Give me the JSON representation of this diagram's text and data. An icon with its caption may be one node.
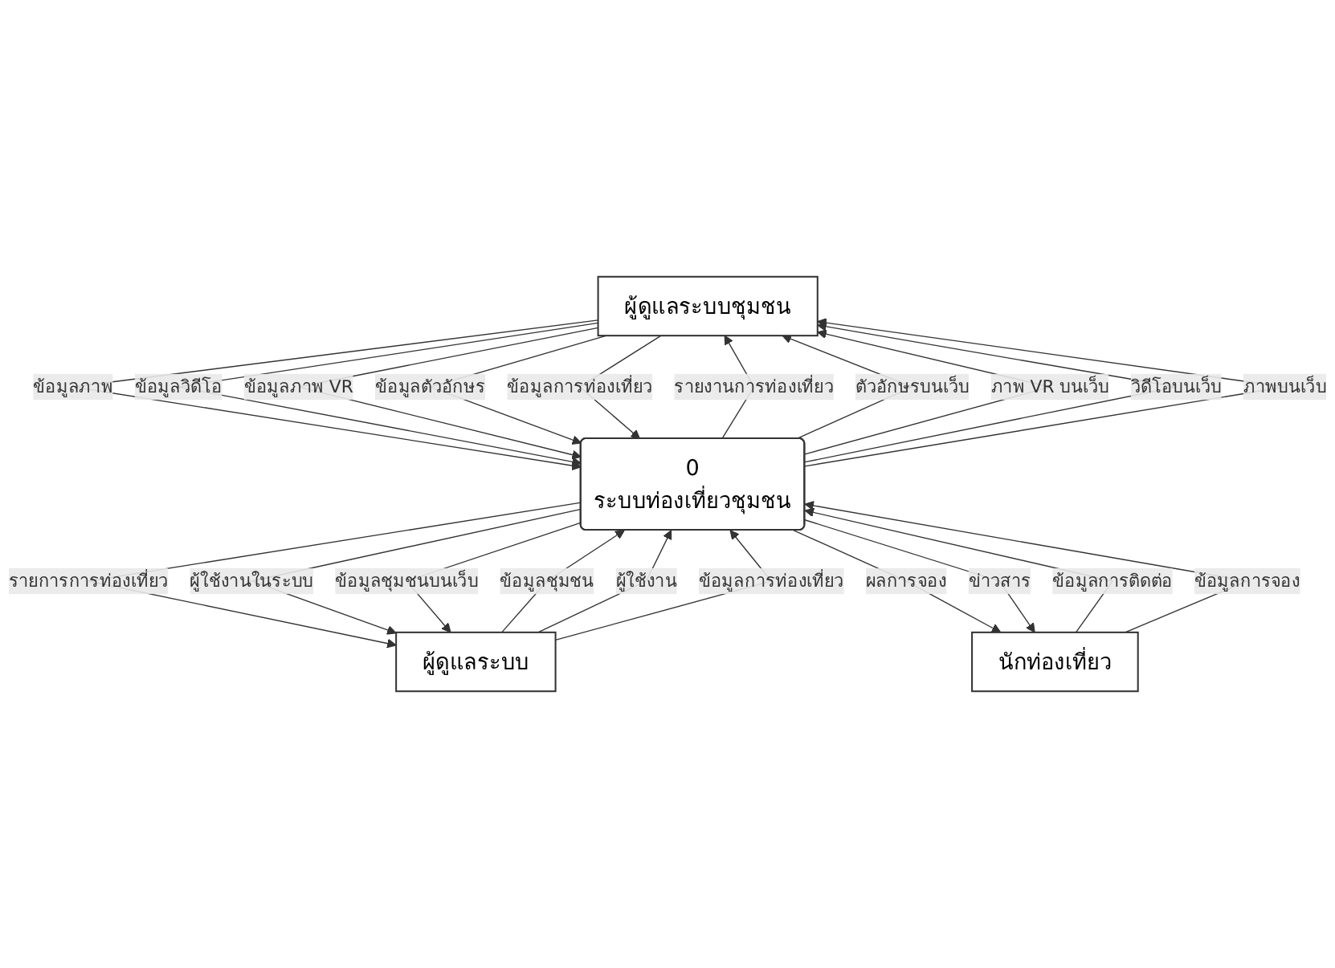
{
  "diagram": {
    "nodes": [
      {
        "text": [
          "ผู้ดูแลระบบชุมชน"
        ]
      },
      {
        "text": [
          "ผู้ดูแลระบบ"
        ]
      },
      {
        "text": [
          "0",
          "ระบบท่องเที่ยวชุมชน"
        ]
      },
      {
        "text": [
          "นักท่องเที่ยว"
        ]
      }
    ],
    "edges": [
      {
        "from": 0,
        "to": 2,
        "arrow": "to",
        "label": "ข้อมูลภาพ"
      },
      {
        "from": 0,
        "to": 2,
        "arrow": "to",
        "label": "ข้อมูลวิดีโอ"
      },
      {
        "from": 0,
        "to": 2,
        "arrow": "to",
        "label": "ข้อมูลภาพ VR"
      },
      {
        "from": 0,
        "to": 2,
        "arrow": "to",
        "label": "ข้อมูลตัวอักษร"
      },
      {
        "from": 0,
        "to": 2,
        "arrow": "to",
        "label": "ข้อมูลการท่องเที่ยว"
      },
      {
        "from": 1,
        "to": 2,
        "arrow": "to",
        "label": "ข้อมูลชุมชน"
      },
      {
        "from": 1,
        "to": 2,
        "arrow": "to",
        "label": "ผู้ใช้งาน"
      },
      {
        "from": 1,
        "to": 2,
        "arrow": "to",
        "label": "ข้อมูลการท่องเที่ยว"
      },
      {
        "from": 2,
        "to": 0,
        "arrow": "to",
        "label": "รายงานการท่องเที่ยว"
      },
      {
        "from": 2,
        "to": 0,
        "arrow": "to",
        "label": "ตัวอักษรบนเว็บ"
      },
      {
        "from": 2,
        "to": 0,
        "arrow": "to",
        "label": "ภาพ VR บนเว็บ"
      },
      {
        "from": 2,
        "to": 0,
        "arrow": "to",
        "label": "วิดีโอบนเว็บ"
      },
      {
        "from": 2,
        "to": 0,
        "arrow": "to",
        "label": "ภาพบนเว็บ"
      },
      {
        "from": 2,
        "to": 1,
        "arrow": "to",
        "label": "รายการการท่องเที่ยว"
      },
      {
        "from": 2,
        "to": 1,
        "arrow": "to",
        "label": "ผู้ใช้งานในระบบ"
      },
      {
        "from": 2,
        "to": 1,
        "arrow": "to",
        "label": "ข้อมูลชุมชนบนเว็บ"
      },
      {
        "from": 2,
        "to": 3,
        "arrow": "to",
        "label": "ผลการจอง"
      },
      {
        "from": 2,
        "to": 3,
        "arrow": "to",
        "label": "ข่าวสาร"
      },
      {
        "from": 3,
        "to": 2,
        "arrow": "to",
        "label": "ข้อมูลการติดต่อ"
      },
      {
        "from": 3,
        "to": 2,
        "arrow": "to",
        "label": "ข้อมูลการจอง"
      }
    ]
  }
}
